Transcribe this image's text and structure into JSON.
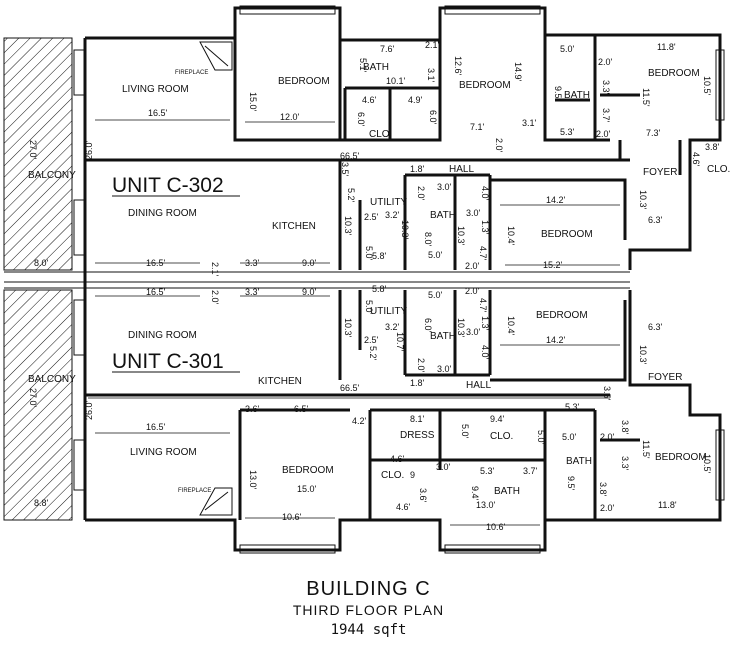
{
  "building": {
    "title": "BUILDING C",
    "subtitle": "THIRD FLOOR PLAN",
    "area": "1944 sqft"
  },
  "unit_top": {
    "name": "UNIT C-302",
    "rooms": {
      "living": "LIVING ROOM",
      "fireplace": "FIREPLACE",
      "bedroom1": "BEDROOM",
      "bath1": "BATH",
      "closet1": "CLO.",
      "bedroom2": "BEDROOM",
      "bath2": "BATH",
      "bedroom3": "BEDROOM",
      "balcony": "BALCONY",
      "dining": "DINING ROOM",
      "kitchen": "KITCHEN",
      "hall": "HALL",
      "utility": "UTILITY",
      "bath3": "BATH",
      "bedroom4": "BEDROOM",
      "foyer": "FOYER",
      "closet2": "CLO."
    },
    "dims": {
      "d_16_5": "16.5'",
      "d_26_0": "26.0'",
      "d_15_0": "15.0'",
      "d_12_0": "12.0'",
      "d_7_6": "7.6'",
      "d_2_1": "2.1'",
      "d_5_1": "5.1'",
      "d_3_1a": "3.1'",
      "d_10_1": "10.1'",
      "d_4_6": "4.6'",
      "d_4_9": "4.9'",
      "d_6_0a": "6.0'",
      "d_6_0b": "6.0'",
      "d_12_6": "12.6'",
      "d_14_9": "14.9'",
      "d_7_1": "7.1'",
      "d_3_1b": "3.1'",
      "d_2_0a": "2.0'",
      "d_5_0": "5.0'",
      "d_2_0b": "2.0'",
      "d_9_5": "9.5'",
      "d_3_3": "3.3'",
      "d_3_7": "3.7'",
      "d_11_8": "11.8'",
      "d_11_5": "11.5'",
      "d_10_5": "10.5'",
      "d_5_3": "5.3'",
      "d_2_0c": "2.0'",
      "d_7_3": "7.3'",
      "d_27_0": "27.0'",
      "d_66_5": "66.5'",
      "d_3_5": "3.5'",
      "d_1_8": "1.8'",
      "d_3_8": "3.8'",
      "d_4_6b": "4.6'",
      "d_5_2": "5.2'",
      "d_2_5": "2.5'",
      "d_3_2": "3.2'",
      "d_10_3a": "10.3'",
      "d_10_3b": "10.3'",
      "d_5_0b": "5.0'",
      "d_5_8": "5.8'",
      "d_2_0d": "2.0'",
      "d_3_0a": "3.0'",
      "d_8_0": "8.0'",
      "d_10_3c": "10.3'",
      "d_5_0c": "5.0'",
      "d_3_0b": "3.0'",
      "d_4_0": "4.0'",
      "d_1_3": "1.3'",
      "d_14_2": "14.2'",
      "d_10_4": "10.4'",
      "d_4_7": "4.7'",
      "d_2_0e": "2.0'",
      "d_15_2": "15.2'",
      "d_10_3d": "10.3'",
      "d_6_3": "6.3'",
      "d_8_0b": "8.0'",
      "d_16_5b": "16.5'",
      "d_2_1b": "2.1'",
      "d_3_3b": "3.3'",
      "d_9_0": "9.0'"
    }
  },
  "unit_bottom": {
    "name": "UNIT C-301",
    "rooms": {
      "dining": "DINING ROOM",
      "kitchen": "KITCHEN",
      "utility": "UTILITY",
      "bath1": "BATH",
      "bedroom1": "BEDROOM",
      "hall": "HALL",
      "foyer": "FOYER",
      "balcony": "BALCONY",
      "living": "LIVING ROOM",
      "fireplace": "FIREPLACE",
      "bedroom2": "BEDROOM",
      "dress": "DRESS",
      "closet1": "CLO.",
      "closet2": "CLO.",
      "bath2": "BATH",
      "bath3": "BATH",
      "bedroom3": "BEDROOM"
    },
    "dims": {
      "d_16_5": "16.5'",
      "d_2_0a": "2.0'",
      "d_3_3": "3.3'",
      "d_9_0": "9.0'",
      "d_5_8": "5.8'",
      "d_5_0a": "5.0'",
      "d_5_0b": "5.0'",
      "d_2_0b": "2.0'",
      "d_4_7": "4.7'",
      "d_10_4": "10.4'",
      "d_6_3": "6.3'",
      "d_14_2": "14.2'",
      "d_10_3a": "10.3'",
      "d_3_2": "3.2'",
      "d_2_5": "2.5'",
      "d_5_2": "5.2'",
      "d_10_7": "10.7'",
      "d_6_0": "6.0'",
      "d_10_3b": "10.3'",
      "d_3_0a": "3.0'",
      "d_1_3": "1.3'",
      "d_4_0": "4.0'",
      "d_2_0c": "2.0'",
      "d_3_0b": "3.0'",
      "d_1_8": "1.8'",
      "d_10_3c": "10.3'",
      "d_27_0": "27.0'",
      "d_66_5": "66.5'",
      "d_3_5": "3.5'",
      "d_26_0": "26.0'",
      "d_3_6": "3.6'",
      "d_6_5": "6.5'",
      "d_4_2": "4.2'",
      "d_8_1": "8.1'",
      "d_9_4": "9.4'",
      "d_5_0c": "5.0'",
      "d_5_0d": "5.0'",
      "d_5_3": "5.3'",
      "d_5_0e": "5.0'",
      "d_2_0d": "2.0'",
      "d_3_8a": "3.8'",
      "d_3_3b": "3.3'",
      "d_11_5": "11.5'",
      "d_10_5": "10.5'",
      "d_16_5b": "16.5'",
      "d_13_0a": "13.0'",
      "d_15_0": "15.0'",
      "d_4_6a": "4.6'",
      "d_9": "9",
      "d_3_0c": "3.0'",
      "d_5_3b": "5.3'",
      "d_3_7": "3.7'",
      "d_9_4b": "9.4'",
      "d_13_0b": "13.0'",
      "d_9_5": "9.5'",
      "d_3_8b": "3.8'",
      "d_2_0e": "2.0'",
      "d_11_8": "11.8'",
      "d_10_6a": "10.6'",
      "d_4_6b": "4.6'",
      "d_3_6b": "3.6'",
      "d_10_6b": "10.6'",
      "d_8_8": "8.8'"
    }
  }
}
